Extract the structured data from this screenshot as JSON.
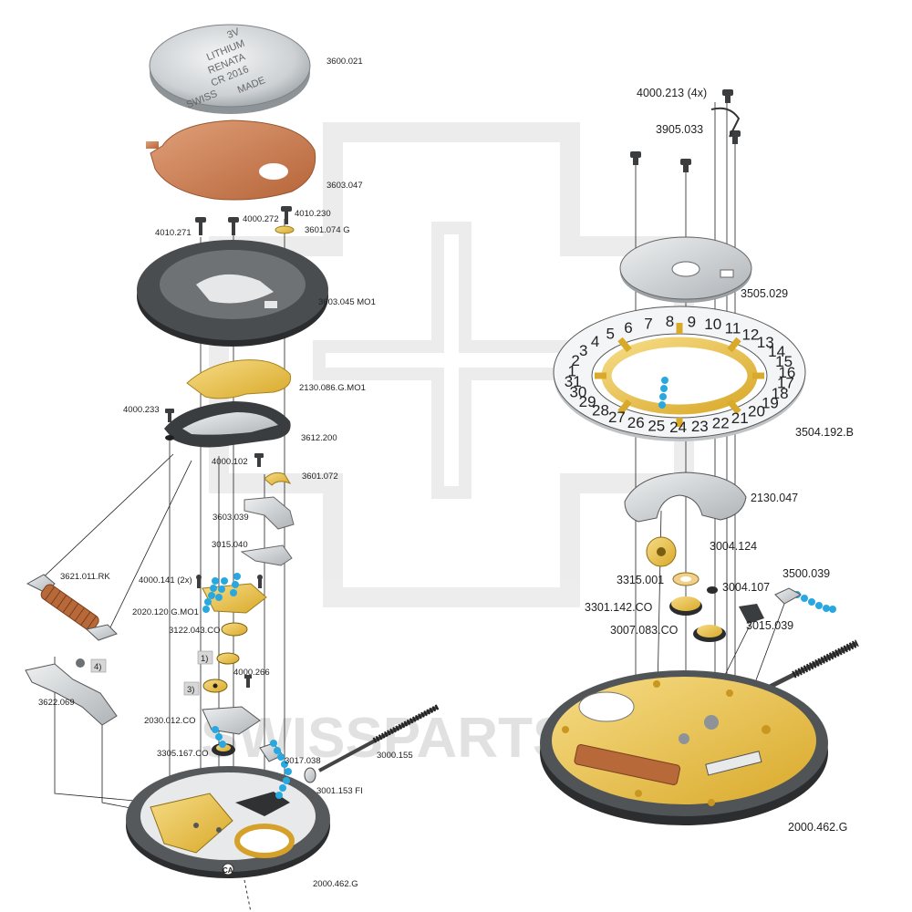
{
  "battery": {
    "lines": [
      "3V",
      "LITHIUM",
      "RENATA",
      "CR 2016",
      "SWISS",
      "MADE"
    ]
  },
  "watermark": {
    "text": "SWISSPARTS"
  },
  "left_callouts": {
    "battery": "3600.021",
    "insulator": "3603.047",
    "screw_a": "4010.271",
    "screw_b": "4000.272",
    "screw_c": "4010.230",
    "contact": "3601.074 G",
    "battery_holder": "3603.045 MO1",
    "bridge": "2130.086.G.MO1",
    "screw_d": "4000.233",
    "plate": "3612.200",
    "screw_e": "4000.102",
    "spring": "3601.072",
    "setting_lever": "3603.039",
    "yoke": "3015.040",
    "coil": "3621.011.RK",
    "screws_2x": "4000.141 (2x)",
    "train_bridge": "2020.120.G.MO1",
    "wheel_a": "3122.043.CO",
    "step_1": "1)",
    "screw_f": "4000.266",
    "step_3": "3)",
    "step_4": "4)",
    "circuit": "3622.069",
    "wheel_b": "2030.012.CO",
    "wheel_c": "3305.167.CO",
    "clutch": "3017.038",
    "stem": "3000.155",
    "crown_part": "3001.153 FI",
    "mainplate": "2000.462.G",
    "ca": "CA"
  },
  "right_callouts": {
    "screws_4x": "4000.213 (4x)",
    "spring": "3905.033",
    "dial_plate": "3505.029",
    "date_disc": "3504.192.B",
    "date_plate": "2130.047",
    "pinion": "3004.124",
    "washer": "3315.001",
    "small_wheel": "3004.107",
    "jumper": "3500.039",
    "hour_wheel": "3301.142.CO",
    "intermediate": "3007.083.CO",
    "lever": "3015.039",
    "mainplate": "2000.462.G"
  },
  "date_digits": [
    "1",
    "2",
    "3",
    "4",
    "5",
    "6",
    "7",
    "8",
    "9",
    "10",
    "11",
    "12",
    "13",
    "14",
    "15",
    "16",
    "17",
    "18",
    "19",
    "20",
    "21",
    "22",
    "23",
    "24",
    "25",
    "26",
    "27",
    "28",
    "29",
    "30",
    "31"
  ],
  "colors": {
    "copper": "#c97a4a",
    "gold": "#e9c24a",
    "steel": "#cfd3d6",
    "dark": "#2f3133",
    "blue_marker": "#29a8e0",
    "coil": "#b8693a"
  }
}
